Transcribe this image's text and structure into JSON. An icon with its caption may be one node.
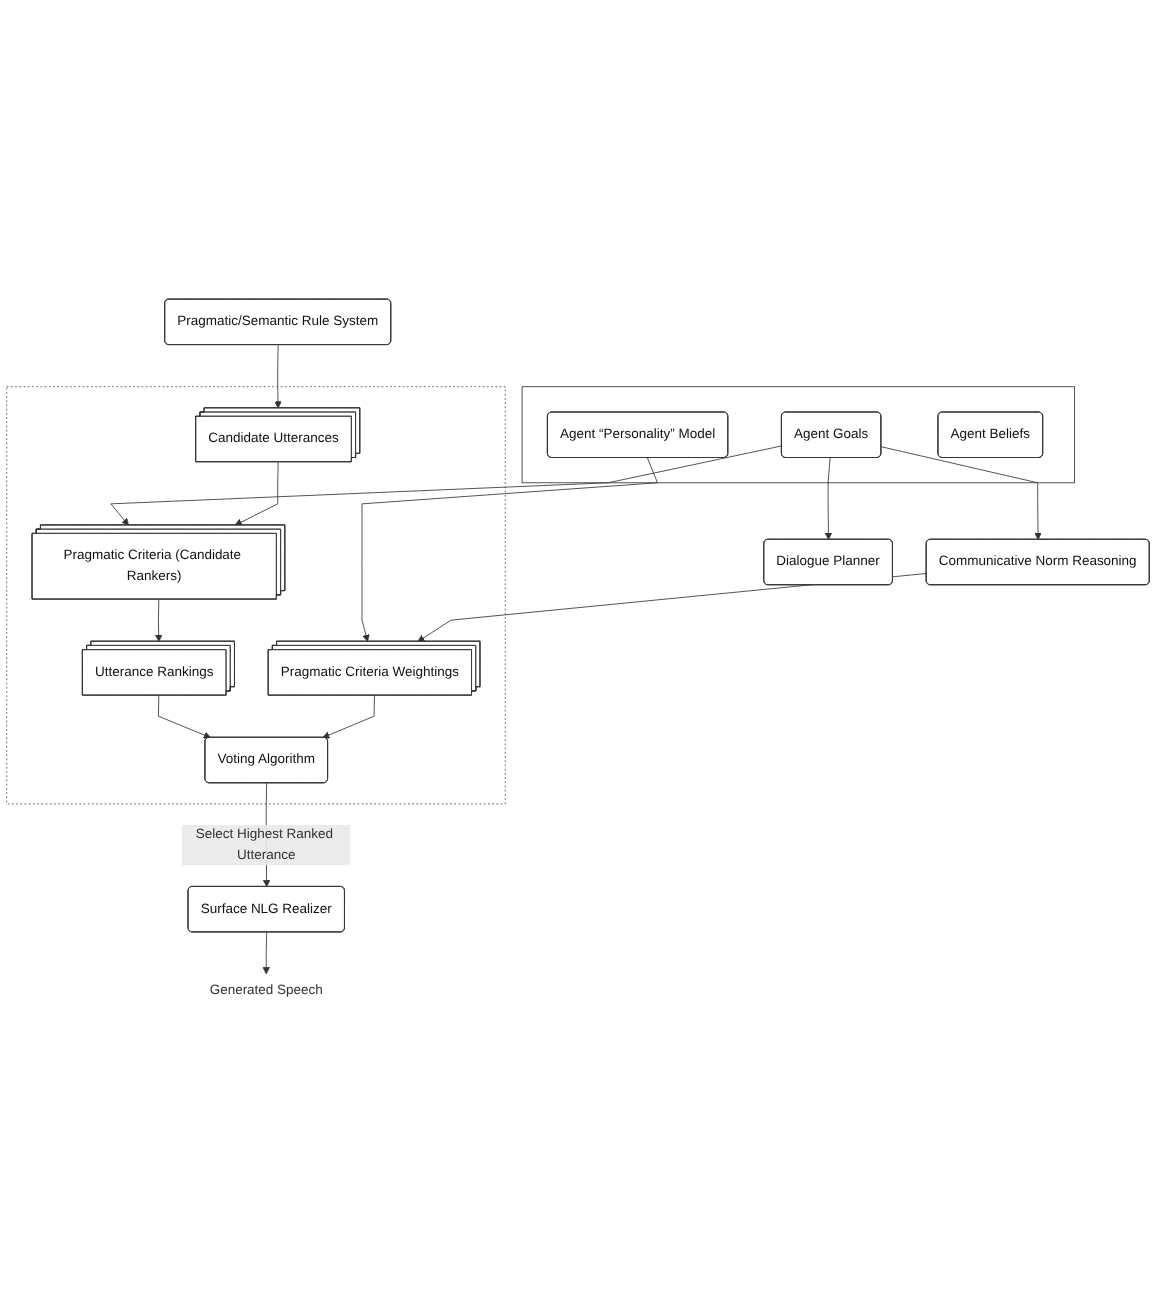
{
  "diagram": {
    "nodes": [
      {
        "text": [],
        "shape": "box"
      },
      {
        "text": [
          "Agent “Personality” Model"
        ],
        "in": 0
      },
      {
        "text": [
          "Agent Goals"
        ],
        "in": 0
      },
      {
        "text": [
          "Agent Beliefs"
        ],
        "in": 0
      },
      {
        "text": [
          "Communicative Norm Reasoning"
        ]
      },
      {
        "text": [
          "Dialogue Planner"
        ]
      },
      {
        "text": [
          "Pragmatic/Semantic Rule System"
        ]
      },
      {
        "text": [],
        "shape": "box"
      },
      {
        "text": [
          "Pragmatic Criteria Weightings"
        ],
        "in": 7
      },
      {
        "text": [
          "Pragmatic Criteria (Candidate Rankers)"
        ],
        "in": 7
      },
      {
        "text": [
          "Candidate Utterances"
        ],
        "in": 7
      },
      {
        "text": [
          "Voting Algorithm"
        ],
        "in": 7
      },
      {
        "text": [
          "Utterance Rankings"
        ],
        "in": 7
      },
      {
        "text": [
          "Surface NLG Realizer"
        ]
      },
      {
        "text": [
          "Generated Speech"
        ]
      }
    ],
    "edges": [
      {
        "from": 1,
        "to": 8,
        "arrow": "to"
      },
      {
        "from": 2,
        "to": 4,
        "arrow": "to"
      },
      {
        "from": 2,
        "to": 9,
        "arrow": "to"
      },
      {
        "from": 2,
        "to": 5,
        "arrow": "to"
      },
      {
        "from": 4,
        "to": 8,
        "arrow": "to"
      },
      {
        "from": 6,
        "to": 10,
        "arrow": "to"
      },
      {
        "from": 10,
        "to": 9,
        "arrow": "to"
      },
      {
        "from": 9,
        "to": 12,
        "arrow": "to"
      },
      {
        "from": 12,
        "to": 11,
        "arrow": "to"
      },
      {
        "from": 8,
        "to": 11,
        "arrow": "to"
      },
      {
        "from": 11,
        "to": 13,
        "label": "Select Highest Ranked Utterance",
        "arrow": "to"
      },
      {
        "from": 13,
        "to": 14,
        "arrow": "to"
      }
    ]
  }
}
